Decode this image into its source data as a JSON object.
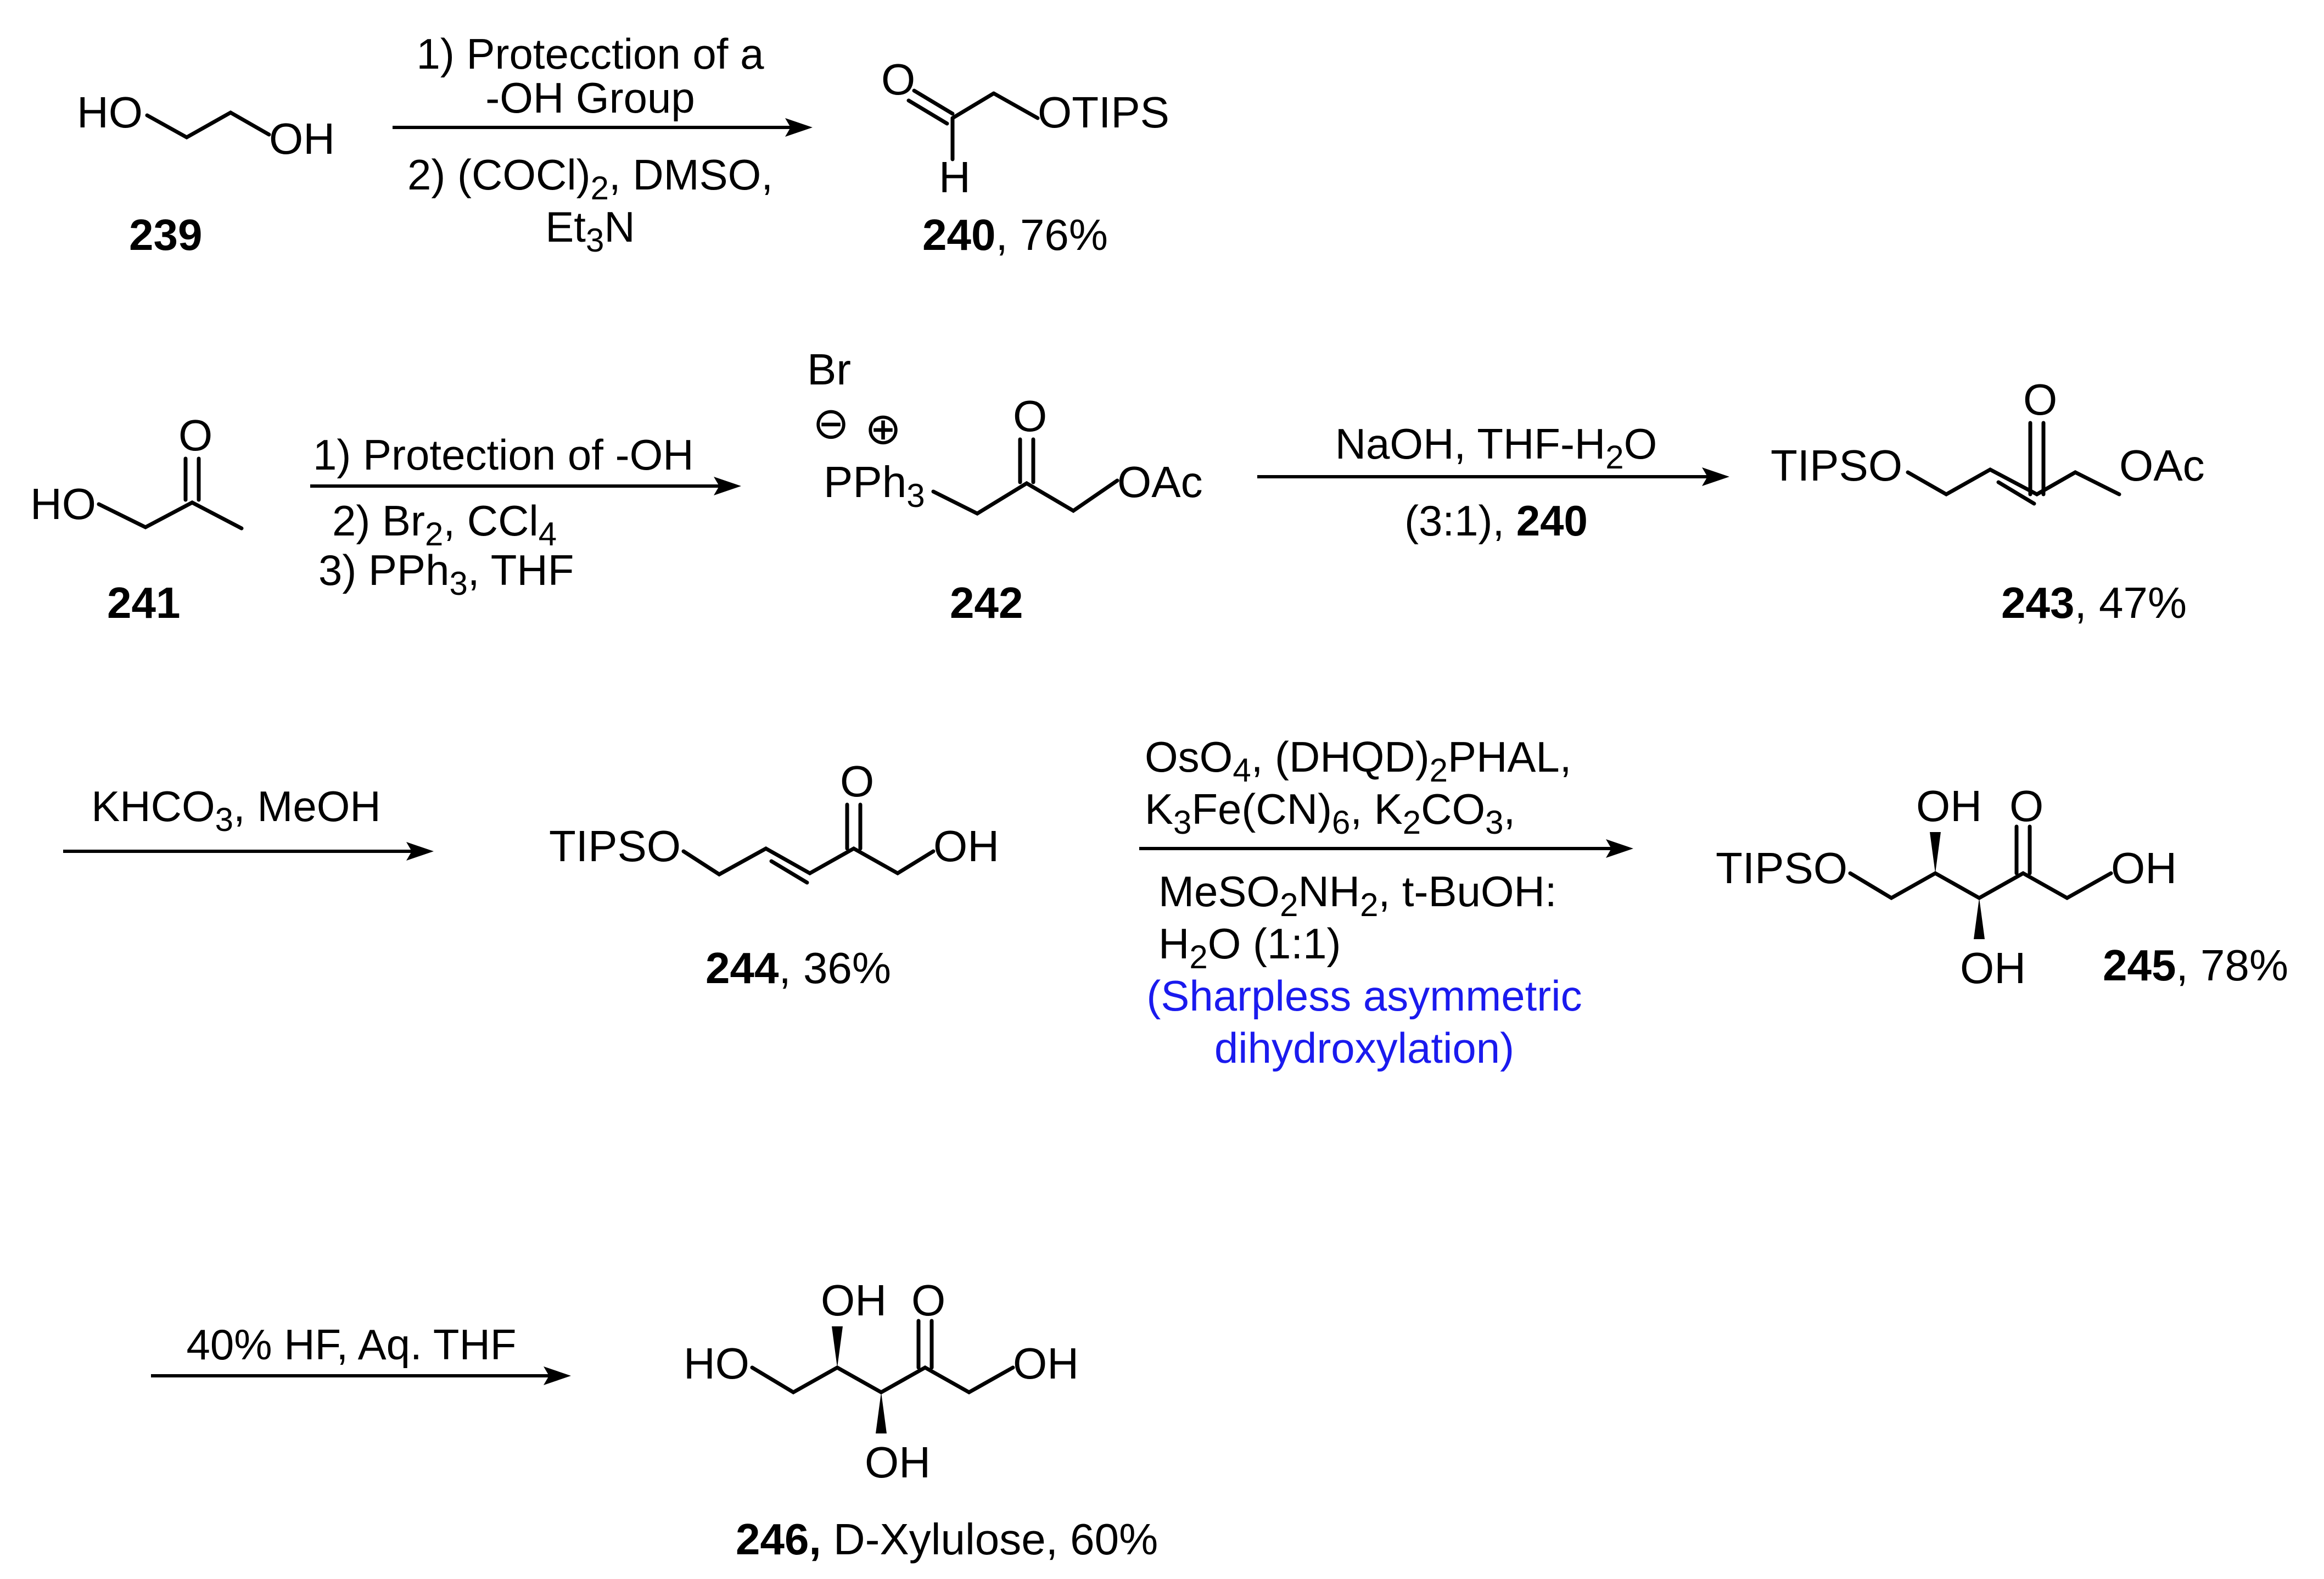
{
  "compounds": {
    "c239": {
      "number": "239",
      "atoms": {
        "left_oh": "HO",
        "right_oh": "OH"
      }
    },
    "c240": {
      "number": "240",
      "yield": ", 76%",
      "atoms": {
        "o": "O",
        "h": "H",
        "otips": "OTIPS"
      }
    },
    "c241": {
      "number": "241",
      "atoms": {
        "o": "O",
        "ho": "HO"
      }
    },
    "c242": {
      "number": "242",
      "atoms": {
        "br": "Br",
        "minus": "⊖",
        "plus": "⊕",
        "pph": "PPh",
        "pph_sub": "3",
        "o": "O",
        "oac": "OAc"
      }
    },
    "c243": {
      "number": "243",
      "yield": ", 47%",
      "atoms": {
        "tipso": "TIPSO",
        "o": "O",
        "oac": "OAc"
      }
    },
    "c244": {
      "number": "244",
      "yield": ", 36%",
      "atoms": {
        "tipso": "TIPSO",
        "o": "O",
        "oh": "OH"
      }
    },
    "c245": {
      "number": "245",
      "yield": ", 78%",
      "atoms": {
        "tipso": "TIPSO",
        "oh_top": "OH",
        "o": "O",
        "oh_right": "OH",
        "oh_bottom": "OH"
      }
    },
    "c246": {
      "number": "246,",
      "yield": " D-Xylulose, 60%",
      "atoms": {
        "ho": "HO",
        "oh_top": "OH",
        "o": "O",
        "oh_right": "OH",
        "oh_bottom": "OH"
      }
    }
  },
  "reactions": {
    "r1": {
      "line1": "1) Protecction of a",
      "line2": "-OH Group",
      "line3_a": "2) (COCl)",
      "line3_sub": "2",
      "line3_b": ", DMSO,",
      "line4_a": "Et",
      "line4_sub": "3",
      "line4_b": "N"
    },
    "r2": {
      "line1": "1) Protection of -OH",
      "line2_a": "2) Br",
      "line2_sub1": "2",
      "line2_b": ", CCl",
      "line2_sub2": "4",
      "line3_a": "3) PPh",
      "line3_sub": "3",
      "line3_b": ", THF"
    },
    "r3": {
      "line1_a": "NaOH, THF-H",
      "line1_sub": "2",
      "line1_b": "O",
      "line2_a": "(3:1), ",
      "line2_b": "240"
    },
    "r4": {
      "line1_a": "KHCO",
      "line1_sub": "3",
      "line1_b": ", MeOH"
    },
    "r5": {
      "line1_a": "OsO",
      "line1_sub1": "4",
      "line1_b": ", (DHQD)",
      "line1_sub2": "2",
      "line1_c": "PHAL,",
      "line2_a": "K",
      "line2_sub1": "3",
      "line2_b": "Fe(CN)",
      "line2_sub2": "6",
      "line2_c": ", K",
      "line2_sub3": "2",
      "line2_d": "CO",
      "line2_sub4": "3",
      "line2_e": ",",
      "line3_a": "MeSO",
      "line3_sub1": "2",
      "line3_b": "NH",
      "line3_sub2": "2",
      "line3_c": ", t-BuOH:",
      "line4_a": "H",
      "line4_sub": "2",
      "line4_b": "O (1:1)",
      "note1": "(Sharpless asymmetric",
      "note2": "dihydroxylation)"
    },
    "r6": {
      "line1": "40% HF, Aq. THF"
    }
  },
  "colors": {
    "text": "#000000",
    "note": "#1a1aee",
    "background": "#ffffff"
  }
}
